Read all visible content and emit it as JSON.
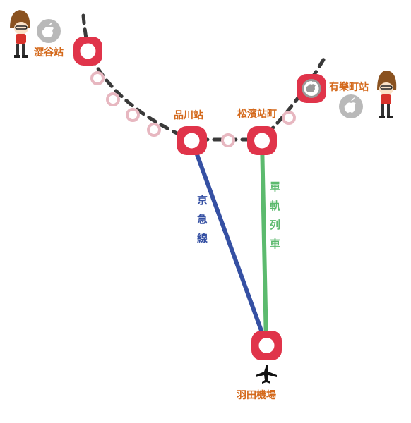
{
  "stations": {
    "shibuya": "澀谷站",
    "shinagawa": "品川站",
    "hamamatsucho": "松濱站町",
    "yurakucho": "有樂町站",
    "haneda": "羽田機場"
  },
  "lines": {
    "keikyu": "京急線",
    "monorail": "單軌列車"
  },
  "colors": {
    "station_red": "#e0344a",
    "keikyu_blue": "#3550a3",
    "monorail_green": "#5cba6e",
    "yamanote_dash": "#3a3a3a",
    "label_orange": "#d4691b"
  },
  "icons": [
    "apple-logo-icon",
    "airplane-icon",
    "cartoon-character"
  ]
}
